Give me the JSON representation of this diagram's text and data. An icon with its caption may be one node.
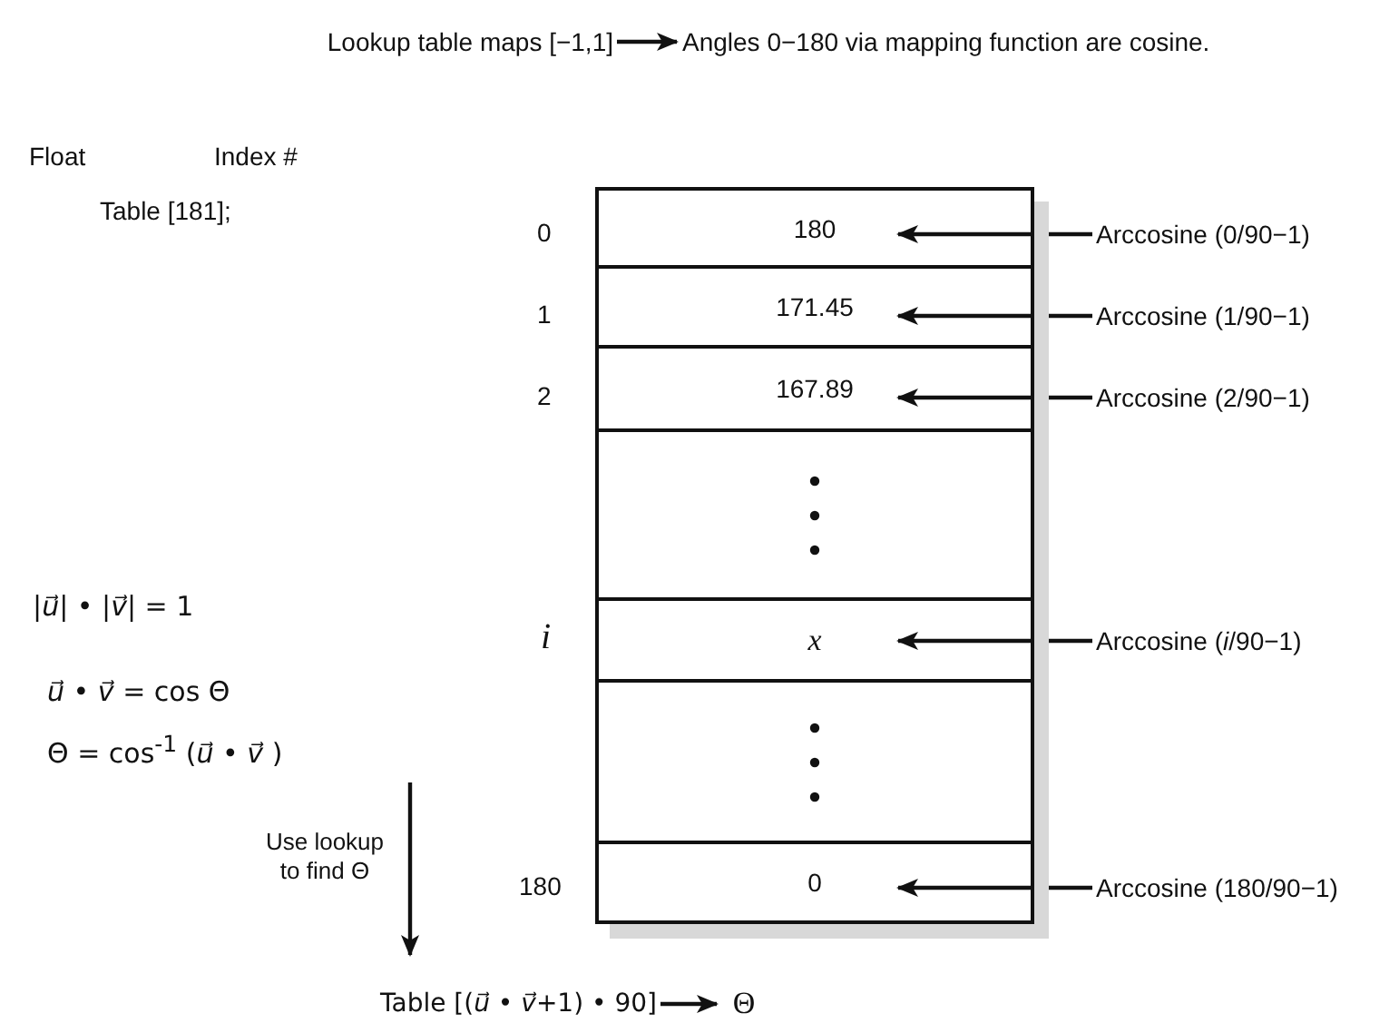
{
  "diagram": {
    "nodes": [
      {
        "text": [
          "Lookup table maps [−1,1]"
        ]
      },
      {
        "text": [
          "Angles 0−180 via mapping function are cosine."
        ]
      },
      {
        "text": [
          "180"
        ]
      },
      {
        "text": [
          "171.45"
        ]
      },
      {
        "text": [
          "167.89"
        ]
      },
      {
        "text": [],
        "shape": "box"
      },
      {
        "text": [
          "x"
        ]
      },
      {
        "text": [],
        "shape": "box"
      },
      {
        "text": [
          "0"
        ]
      },
      {
        "text": [
          "Arccosine (0/90−1)"
        ]
      },
      {
        "text": [
          "Arccosine (1/90−1)"
        ]
      },
      {
        "text": [
          "Arccosine (2/90−1)"
        ]
      },
      {
        "text": [
          "Arccosine (*i*/90−1)"
        ]
      },
      {
        "text": [
          "Arccosine (180/90−1)"
        ]
      },
      {
        "text": [
          "Table [(*u⃗* • *v⃗*+1) • 90]"
        ]
      },
      {
        "text": [
          "Θ"
        ]
      }
    ],
    "edges": [
      {
        "from": 0,
        "to": 1,
        "arrow": "to"
      },
      {
        "from": 9,
        "to": 2,
        "arrow": "to"
      },
      {
        "from": 10,
        "to": 3,
        "arrow": "to"
      },
      {
        "from": 11,
        "to": 4,
        "arrow": "to"
      },
      {
        "from": 12,
        "to": 6,
        "arrow": "to"
      },
      {
        "from": 13,
        "to": 8,
        "arrow": "to"
      },
      {
        "from": null,
        "to": 14,
        "arrow": "to",
        "label": "Use lookup to find Θ"
      },
      {
        "from": 14,
        "to": 15,
        "arrow": "to"
      }
    ],
    "labels": [
      "Float",
      "Index #",
      "Table [181];",
      "0",
      "1",
      "2",
      "|*u⃗*| • |*v⃗*| = 1",
      "i",
      "*u⃗* • *v⃗* = cos Θ",
      "Θ = cos$^{-1}$ (*u⃗* • *v⃗* )",
      "180"
    ]
  }
}
